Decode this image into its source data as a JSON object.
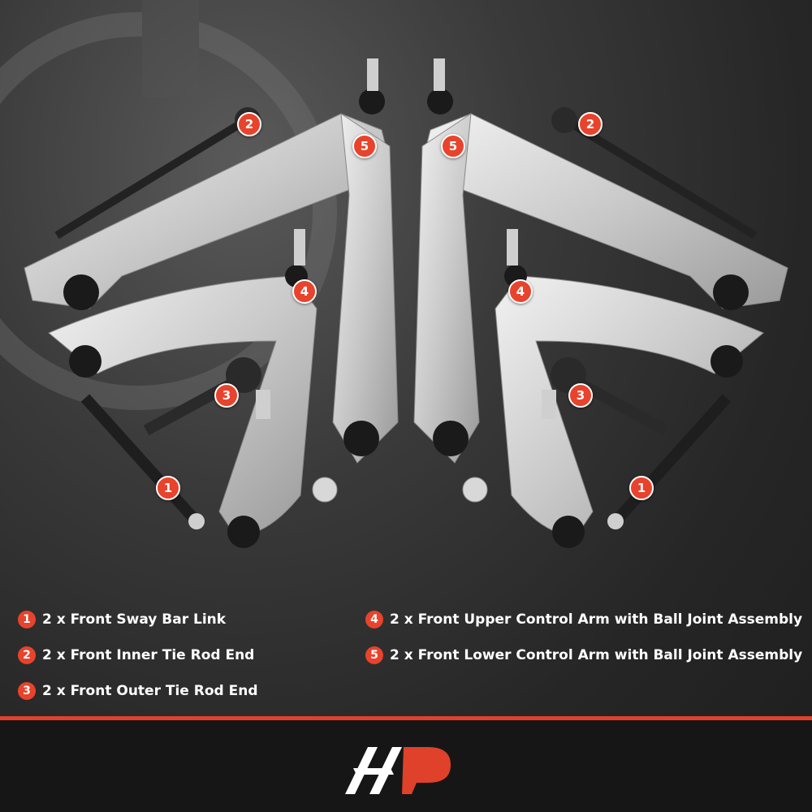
{
  "badge_color": "#e8432c",
  "accent_color": "#e0412b",
  "callouts": [
    {
      "id": "callout-1-left",
      "num": "1"
    },
    {
      "id": "callout-1-right",
      "num": "1"
    },
    {
      "id": "callout-2-left",
      "num": "2"
    },
    {
      "id": "callout-2-right",
      "num": "2"
    },
    {
      "id": "callout-3-left",
      "num": "3"
    },
    {
      "id": "callout-3-right",
      "num": "3"
    },
    {
      "id": "callout-4-left",
      "num": "4"
    },
    {
      "id": "callout-4-right",
      "num": "4"
    },
    {
      "id": "callout-5-left",
      "num": "5"
    },
    {
      "id": "callout-5-right",
      "num": "5"
    }
  ],
  "legend": [
    {
      "num": "1",
      "text": "2 x Front Sway Bar Link"
    },
    {
      "num": "2",
      "text": "2 x Front Inner Tie Rod End"
    },
    {
      "num": "3",
      "text": "2 x Front Outer Tie Rod End"
    },
    {
      "num": "4",
      "text": "2 x Front Upper Control Arm with Ball Joint Assembly"
    },
    {
      "num": "5",
      "text": "2 x Front Lower Control Arm with Ball Joint Assembly"
    }
  ],
  "logo": {
    "icon": "brand-logo-icon"
  }
}
